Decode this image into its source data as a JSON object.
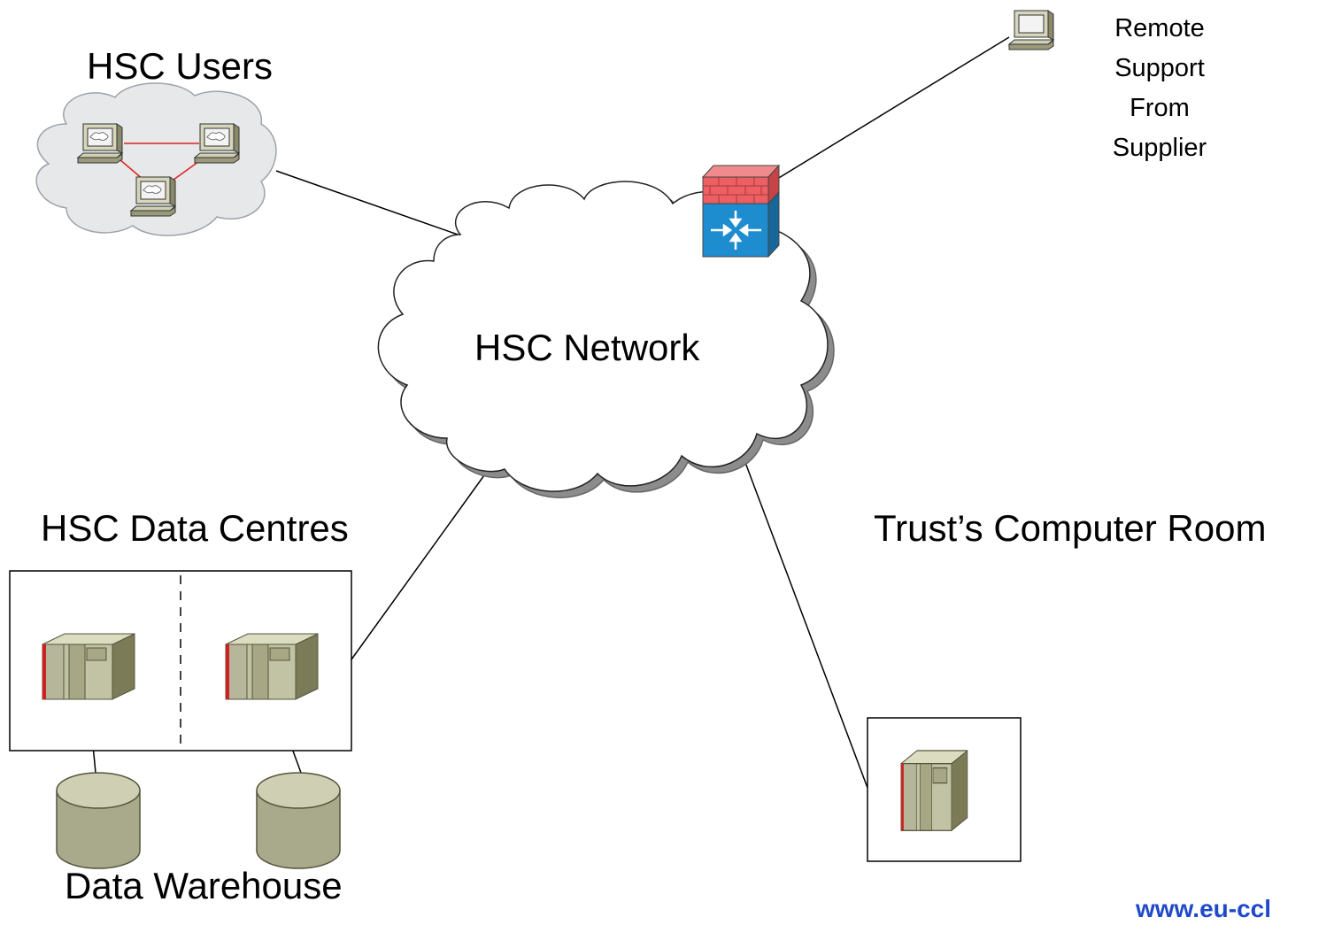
{
  "labels": {
    "hsc_users": "HSC Users",
    "hsc_network": "HSC Network",
    "hsc_data_centres": "HSC Data Centres",
    "trusts_computer_room": "Trust’s Computer Room",
    "data_warehouse": "Data Warehouse",
    "remote_support": [
      "Remote",
      "Support",
      "From",
      "Supplier"
    ],
    "url": "www.eu-ccl"
  },
  "colors": {
    "firewall_red": "#ee5f63",
    "router_blue": "#1e8dcf",
    "server_body": "#a7a785",
    "server_accent": "#cc2222",
    "cloud_user_fill": "#e6e8ea",
    "link_red": "#dd2222",
    "url_blue": "#1f49c9"
  }
}
